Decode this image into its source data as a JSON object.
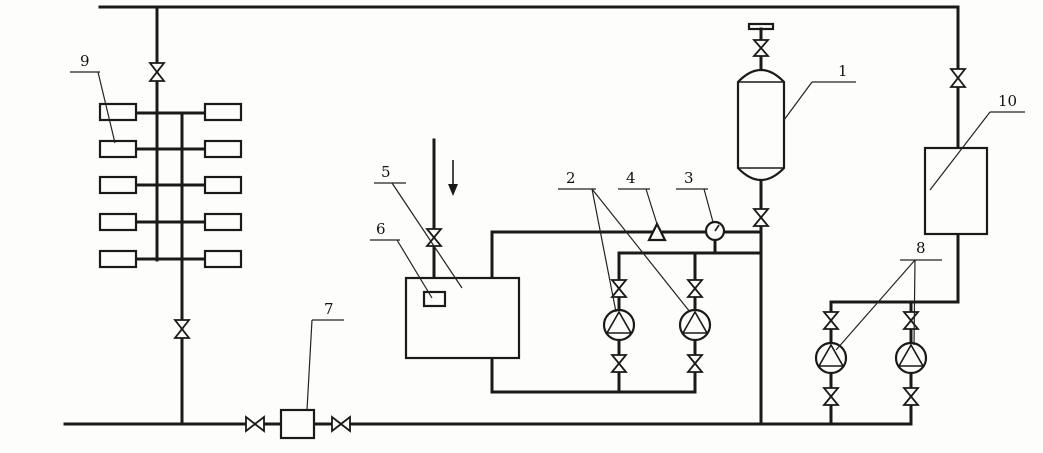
{
  "labels": {
    "l1": "1",
    "l2": "2",
    "l3": "3",
    "l4": "4",
    "l5": "5",
    "l6": "6",
    "l7": "7",
    "l8": "8",
    "l9": "9",
    "l10": "10"
  },
  "colors": {
    "line": "#1a1a1a",
    "leader_underline": "#3a6b2a",
    "leader_underline_alt": "#6a2f4a",
    "paper": "#fdfdfb"
  },
  "icons": [
    "valve-icon",
    "pump-icon",
    "pressure-gauge-icon",
    "flow-arrow-icon",
    "pressure-tank-icon"
  ]
}
